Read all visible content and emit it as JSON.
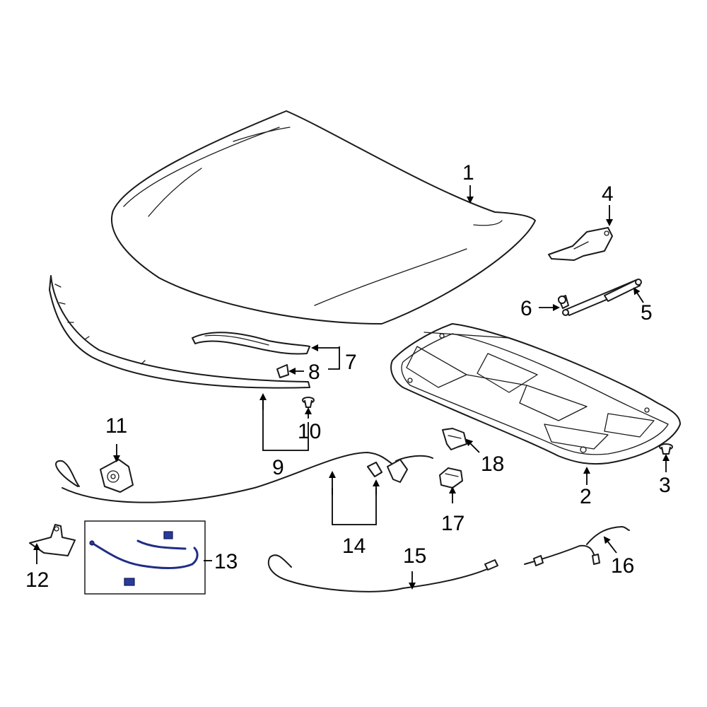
{
  "callouts": {
    "c1": "1",
    "c2": "2",
    "c3": "3",
    "c4": "4",
    "c5": "5",
    "c6": "6",
    "c7": "7",
    "c8": "8",
    "c9": "9",
    "c10": "10",
    "c11": "11",
    "c12": "12",
    "c13": "13",
    "c14": "14",
    "c15": "15",
    "c16": "16",
    "c17": "17",
    "c18": "18"
  },
  "colors": {
    "line": "#1a1a1a",
    "highlight": "#1f2d86"
  }
}
